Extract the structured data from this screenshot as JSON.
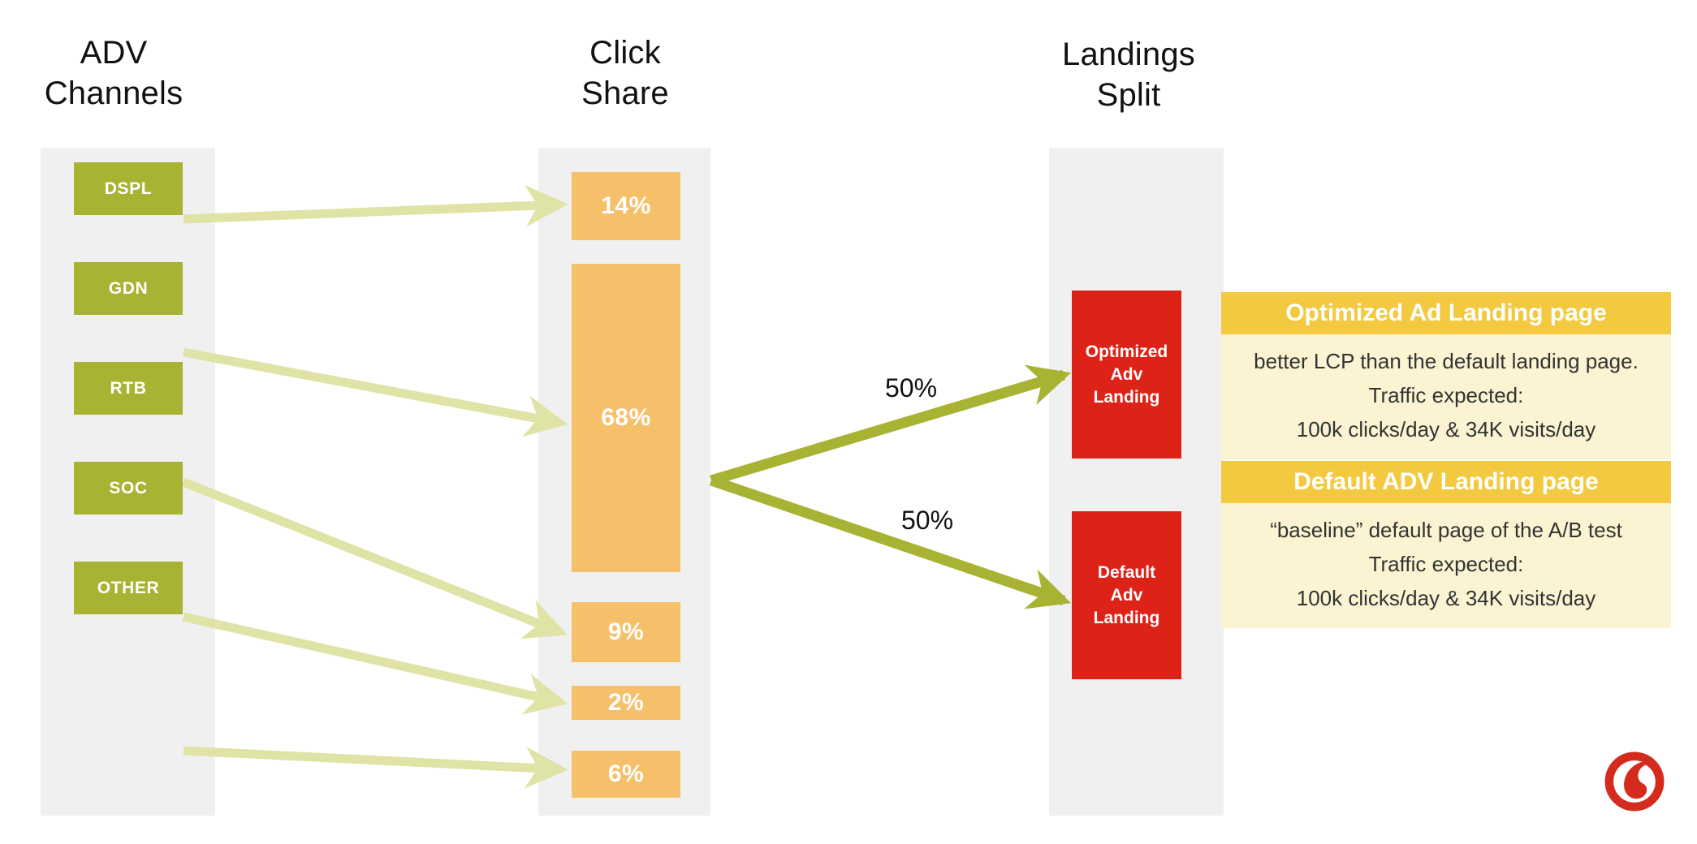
{
  "headers": {
    "adv_channels": "ADV\nChannels",
    "adv_line1": "ADV",
    "adv_line2": "Channels",
    "click_line1": "Click",
    "click_line2": "Share",
    "land_line1": "Landings",
    "land_line2": "Split"
  },
  "adv_channels": [
    {
      "label": "DSPL"
    },
    {
      "label": "GDN"
    },
    {
      "label": "RTB"
    },
    {
      "label": "SOC"
    },
    {
      "label": "OTHER"
    }
  ],
  "click_share": [
    {
      "label": "14%",
      "value": 14
    },
    {
      "label": "68%",
      "value": 68
    },
    {
      "label": "9%",
      "value": 9
    },
    {
      "label": "2%",
      "value": 2
    },
    {
      "label": "6%",
      "value": 6
    }
  ],
  "landings": [
    {
      "line1": "Optimized",
      "line2": "Adv",
      "line3": "Landing"
    },
    {
      "line1": "Default",
      "line2": "Adv",
      "line3": "Landing"
    }
  ],
  "split": {
    "top_label": "50%",
    "bottom_label": "50%"
  },
  "cards": [
    {
      "title": "Optimized Ad Landing page",
      "lines": [
        "better LCP than the default landing page.",
        "Traffic expected:",
        "100k clicks/day  & 34K visits/day"
      ]
    },
    {
      "title": "Default ADV Landing page",
      "lines": [
        "“baseline” default page of the A/B test",
        "Traffic expected:",
        "100k clicks/day  & 34K visits/day"
      ]
    }
  ],
  "colors": {
    "adv_green": "#a9b333",
    "click_orange": "#f6c06a",
    "landing_red": "#dd2318",
    "card_header": "#f2c93f",
    "card_body": "#fbf3d2",
    "panel_gray": "#f0f0f0",
    "arrow_light": "#dfe3a6",
    "arrow_bold": "#a9b333",
    "logo_red": "#d52b1e"
  },
  "logo": {
    "name": "vodafone-logo"
  },
  "chart_data": {
    "type": "diagram",
    "title": "ADV Channels → Click Share → Landings Split",
    "stages": [
      "ADV Channels",
      "Click Share",
      "Landings Split"
    ],
    "categories": [
      "DSPL",
      "GDN",
      "RTB",
      "SOC",
      "OTHER"
    ],
    "values": [
      14,
      68,
      9,
      2,
      6
    ],
    "value_labels": [
      "14%",
      "68%",
      "9%",
      "2%",
      "6%"
    ],
    "flows": [
      {
        "from": "DSPL",
        "to": "14%"
      },
      {
        "from": "GDN",
        "to": "68%"
      },
      {
        "from": "RTB",
        "to": "9%"
      },
      {
        "from": "SOC",
        "to": "2%"
      },
      {
        "from": "OTHER",
        "to": "6%"
      }
    ],
    "split": [
      {
        "to": "Optimized Adv Landing",
        "value": 50,
        "label": "50%"
      },
      {
        "to": "Default Adv Landing",
        "value": 50,
        "label": "50%"
      }
    ],
    "ylabel": "",
    "xlabel": ""
  }
}
